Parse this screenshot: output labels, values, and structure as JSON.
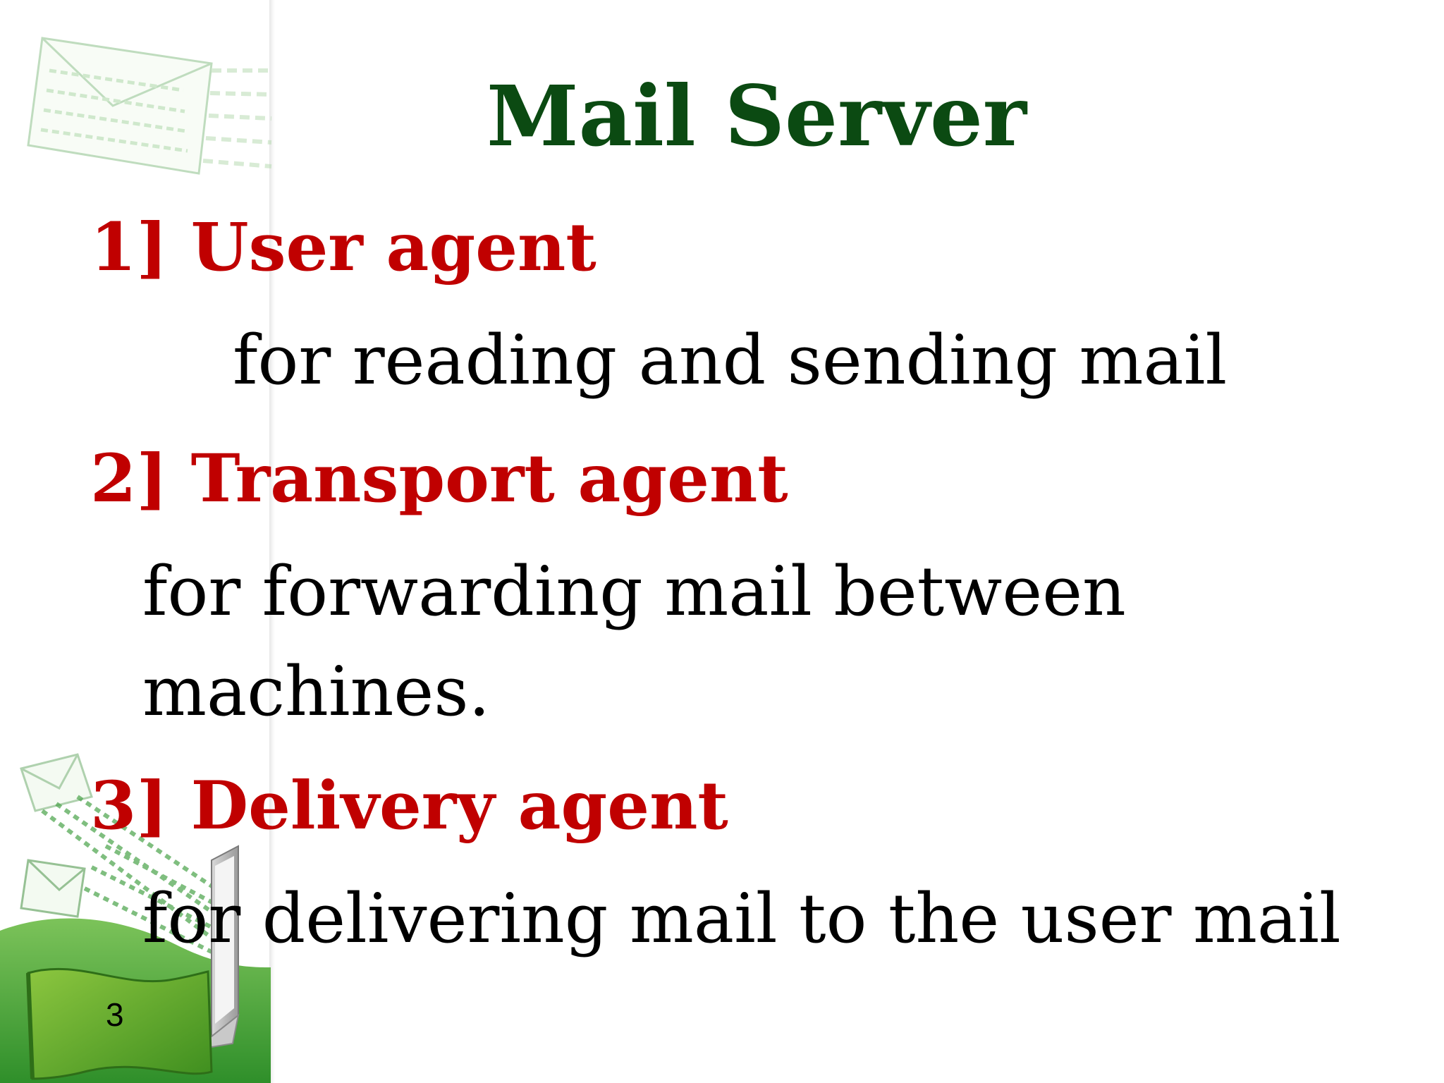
{
  "slide": {
    "title": "Mail Server",
    "items": [
      {
        "heading": "1] User agent",
        "description_lines": [
          "for reading and sending mail"
        ]
      },
      {
        "heading": "2] Transport agent",
        "description_lines": [
          "for forwarding mail between",
          "machines."
        ]
      },
      {
        "heading": "3] Delivery agent",
        "description_lines": [
          "for delivering mail to the user mail"
        ]
      }
    ],
    "page_number": "3"
  },
  "colors": {
    "title": "#0b4a12",
    "heading": "#c00000",
    "body_text": "#000000",
    "accent_green": "#3a9a2c",
    "background": "#ffffff"
  },
  "icons": [
    "envelope-icon",
    "laptop-icon",
    "flag-banner"
  ]
}
